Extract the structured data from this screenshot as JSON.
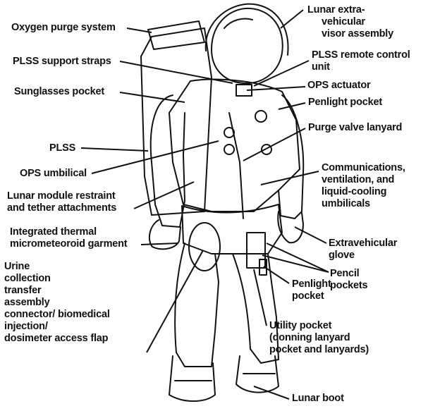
{
  "labels": {
    "oxygen_purge": [
      "Oxygen purge system"
    ],
    "visor": [
      "Lunar extra-",
      "vehicular",
      "visor assembly"
    ],
    "plss_straps": [
      "PLSS support straps"
    ],
    "plss_remote": [
      "PLSS remote control",
      "unit"
    ],
    "sunglasses": [
      "Sunglasses pocket"
    ],
    "ops_actuator": [
      "OPS actuator"
    ],
    "penlight_pocket_top": [
      "Penlight pocket"
    ],
    "purge_valve": [
      "Purge valve lanyard"
    ],
    "plss": [
      "PLSS"
    ],
    "ops_umbilical": [
      "OPS umbilical"
    ],
    "comms": [
      "Communications,",
      "ventilation, and",
      "liquid-cooling",
      "umbilicals"
    ],
    "lm_restraint": [
      "Lunar module restraint",
      "and tether attachments"
    ],
    "thermal_garment": [
      "Integrated thermal",
      "micrometeoroid garment"
    ],
    "ev_glove": [
      "Extravehicular",
      "glove"
    ],
    "urine": [
      "Urine",
      "collection",
      "transfer",
      "assembly",
      "connector/ biomedical",
      "injection/",
      "dosimeter access flap"
    ],
    "pencil": [
      "Pencil",
      "pockets"
    ],
    "penlight_lower": [
      "Penlight",
      "pocket"
    ],
    "utility": [
      "Utility pocket",
      "(donning lanyard",
      "pocket and lanyards)"
    ],
    "boot": [
      "Lunar boot"
    ]
  }
}
